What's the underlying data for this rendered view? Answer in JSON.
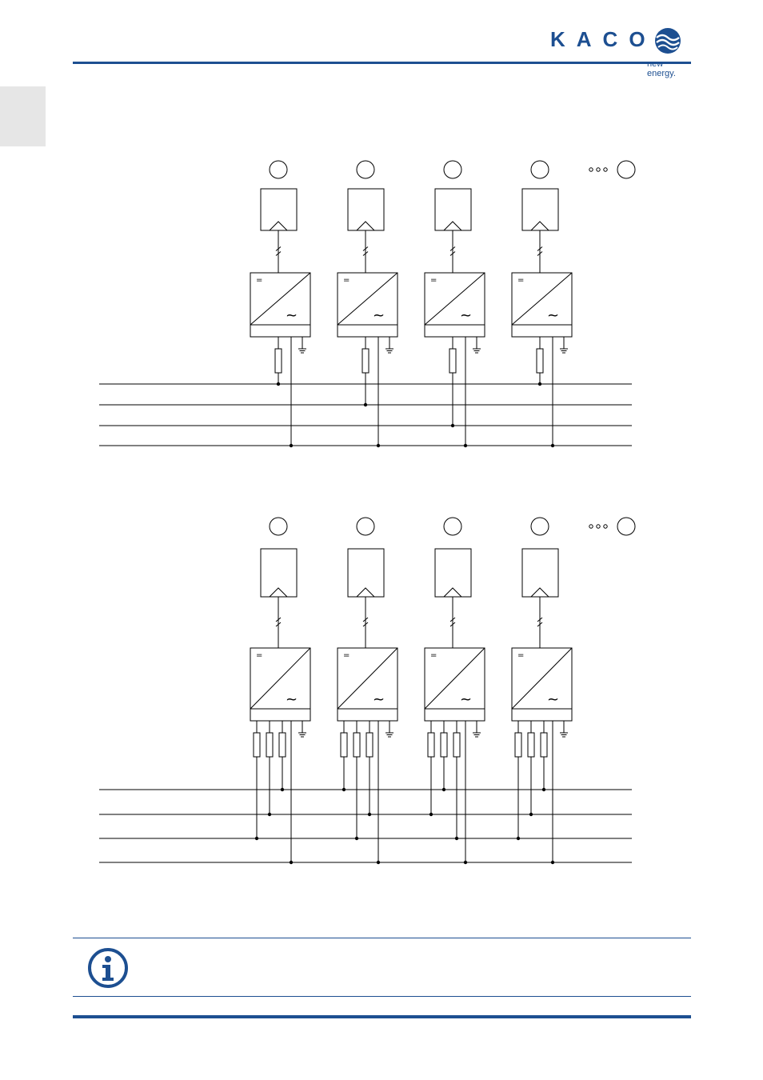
{
  "brand": {
    "name": "KACO",
    "tagline": "new energy.",
    "colors": {
      "primary_blue": "#1d4f91",
      "line": "#000000",
      "side_tab": "#e6e6e6"
    }
  },
  "diagrams": [
    {
      "id": "single-phase",
      "inverter_count": 4,
      "continuation_indicator": "ooo",
      "bus_lines": 4
    },
    {
      "id": "three-phase",
      "inverter_count": 4,
      "continuation_indicator": "ooo",
      "bus_lines": 4
    }
  ],
  "symbols": {
    "inverter_dc": "=",
    "inverter_ac": "~"
  },
  "note": {
    "icon": "info-icon",
    "text": ""
  }
}
